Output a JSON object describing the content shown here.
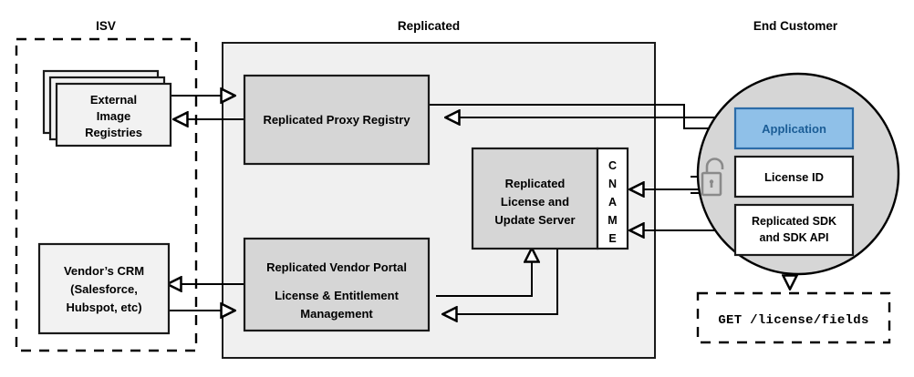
{
  "diagram": {
    "title_zones": [
      {
        "id": "isv",
        "label": "ISV"
      },
      {
        "id": "replicated",
        "label": "Replicated"
      },
      {
        "id": "end_customer",
        "label": "End Customer"
      }
    ],
    "isv": {
      "external_registries": "External\nImage\nRegistries",
      "external_registries_lines": [
        "External",
        "Image",
        "Registries"
      ],
      "vendor_crm_lines": [
        "Vendor’s CRM",
        "(Salesforce,",
        "Hubspot, etc)"
      ]
    },
    "replicated": {
      "proxy_registry": "Replicated Proxy Registry",
      "license_update_server_lines": [
        "Replicated",
        "License and",
        "Update Server"
      ],
      "cname_letters": [
        "C",
        "N",
        "A",
        "M",
        "E"
      ],
      "cname_text": "CNAME",
      "vendor_portal_lines": [
        "Replicated Vendor Portal",
        "License & Entitlement",
        "Management"
      ],
      "vendor_portal_line1": "Replicated Vendor Portal",
      "vendor_portal_line2": "License & Entitlement",
      "vendor_portal_line3": "Management"
    },
    "end_customer": {
      "application": "Application",
      "license_id": "License ID",
      "sdk_lines": [
        "Replicated SDK",
        "and SDK API"
      ],
      "sdk_line1": "Replicated SDK",
      "sdk_line2": "and SDK API",
      "api_call": "GET /license/fields",
      "lock_icon": "unlocked-padlock-icon"
    },
    "colors": {
      "panel_fill": "#f0f0f0",
      "box_gray": "#d6d6d6",
      "box_light": "#f2f2f2",
      "box_white": "#ffffff",
      "app_blue_fill": "#8fc0e8",
      "app_blue_stroke": "#2c6ca8",
      "app_blue_text": "#1b5d96",
      "circle_fill": "#d6d6d6",
      "line": "#000000",
      "lock_gray": "#8a8a8a"
    }
  }
}
